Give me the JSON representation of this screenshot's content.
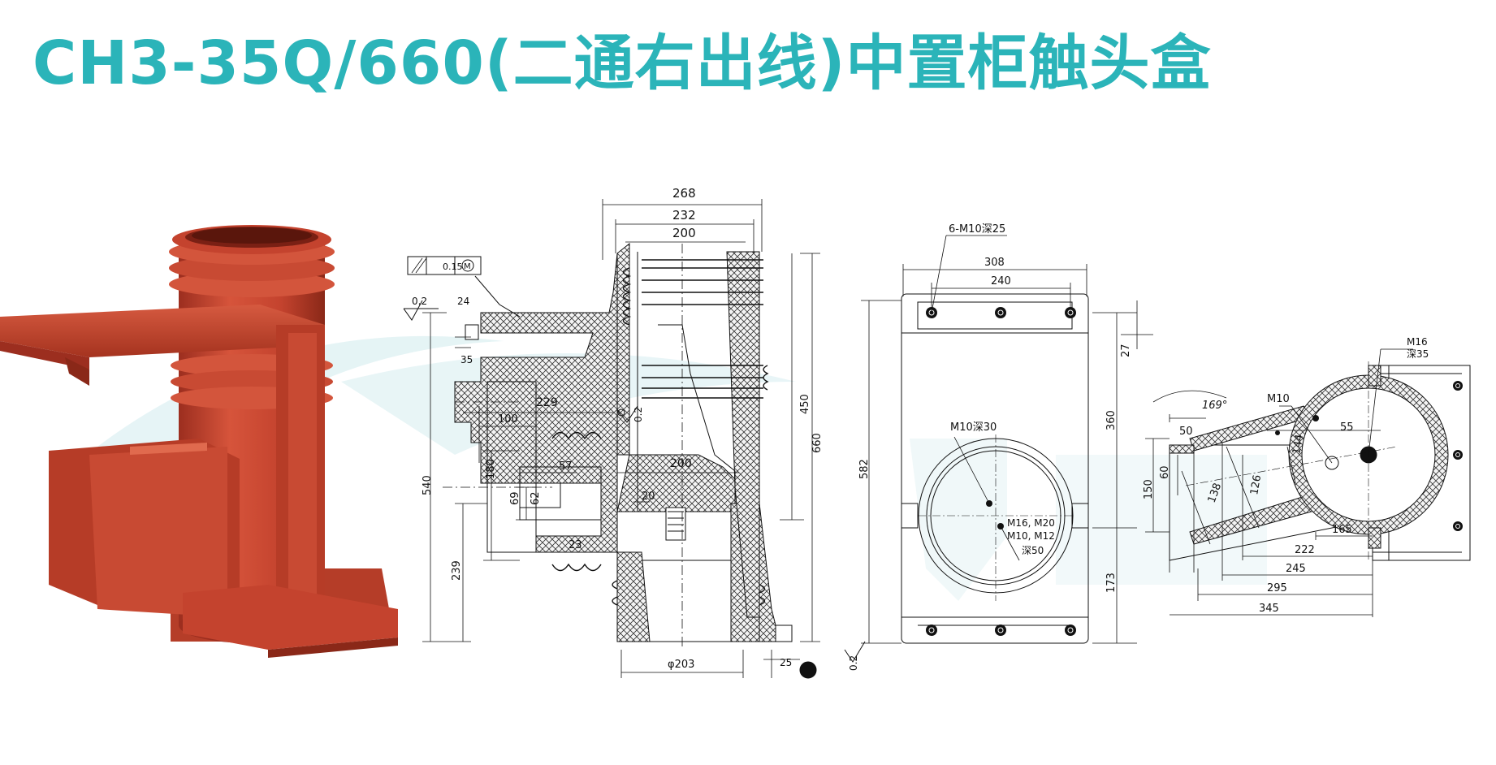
{
  "title": "CH3-35Q/660(二通右出线)中置柜触头盒",
  "colors": {
    "title": "#2bb4b9",
    "product_red": "#c4432e",
    "watermark": "#e6f4f6",
    "line": "#111111"
  },
  "views": {
    "side": {
      "tolerance_box": [
        "//",
        "0.15",
        "M"
      ],
      "surface_finish_a": "0.2",
      "surface_finish_b": "0.2",
      "surface_finish_c": "0.2",
      "d268": "268",
      "d232": "232",
      "d200top": "200",
      "d24": "24",
      "d35": "35",
      "d229": "229",
      "d100": "100",
      "d180": "180",
      "d57": "57",
      "d69": "69",
      "d62": "62",
      "d23": "23",
      "d20": "20",
      "d200mid": "200",
      "d540": "540",
      "d239": "239",
      "d450": "450",
      "d660": "660",
      "d203": "φ203",
      "d25": "25"
    },
    "front": {
      "holes_note": "6-M10深25",
      "d308": "308",
      "d240": "240",
      "d27": "27",
      "d360": "360",
      "d582": "582",
      "d173": "173",
      "m10_note": "M10深30",
      "thread_note_1": "M16, M20",
      "thread_note_2": "M10, M12",
      "thread_note_3": "深50"
    },
    "top": {
      "m16_note": "M16",
      "m16_depth": "深35",
      "m10_note": "M10",
      "angle": "169°",
      "d50": "50",
      "d60": "60",
      "d150": "150",
      "d138": "138",
      "d126": "126",
      "d144": "144",
      "d55": "55",
      "d165": "165",
      "d222": "222",
      "d245": "245",
      "d295": "295",
      "d345": "345"
    }
  }
}
